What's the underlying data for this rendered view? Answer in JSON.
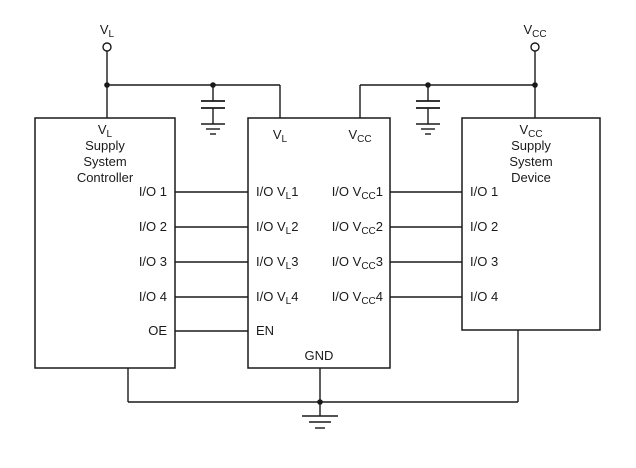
{
  "colors": {
    "line": "#1a1a1a",
    "background": "#ffffff"
  },
  "rails": {
    "vl": {
      "base": "V",
      "sub": "L"
    },
    "vcc": {
      "base": "V",
      "sub": "CC"
    }
  },
  "left_block": {
    "title": {
      "base": "V",
      "sub": "L"
    },
    "lines": [
      "Supply",
      "System",
      "Controller"
    ],
    "pins": [
      "I/O 1",
      "I/O 2",
      "I/O 3",
      "I/O 4",
      "OE"
    ]
  },
  "center_block": {
    "top_pins": {
      "vl": {
        "base": "V",
        "sub": "L"
      },
      "vcc": {
        "base": "V",
        "sub": "CC"
      }
    },
    "left_pins": [
      {
        "pre": "I/O V",
        "sub": "L",
        "post": "1"
      },
      {
        "pre": "I/O V",
        "sub": "L",
        "post": "2"
      },
      {
        "pre": "I/O V",
        "sub": "L",
        "post": "3"
      },
      {
        "pre": "I/O V",
        "sub": "L",
        "post": "4"
      }
    ],
    "right_pins": [
      {
        "pre": "I/O V",
        "sub": "CC",
        "post": "1"
      },
      {
        "pre": "I/O V",
        "sub": "CC",
        "post": "2"
      },
      {
        "pre": "I/O V",
        "sub": "CC",
        "post": "3"
      },
      {
        "pre": "I/O V",
        "sub": "CC",
        "post": "4"
      }
    ],
    "en": "EN",
    "gnd": "GND"
  },
  "right_block": {
    "title": {
      "base": "V",
      "sub": "CC"
    },
    "lines": [
      "Supply",
      "System",
      "Device"
    ],
    "pins": [
      "I/O 1",
      "I/O 2",
      "I/O 3",
      "I/O 4"
    ]
  }
}
